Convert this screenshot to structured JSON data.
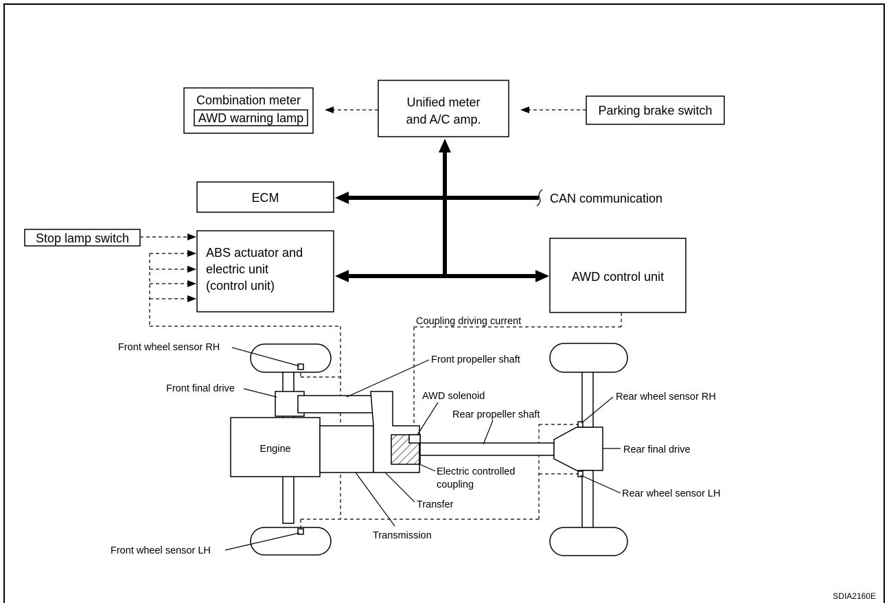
{
  "blocks": {
    "combination_meter": "Combination meter",
    "awd_warning_lamp": "AWD warning lamp",
    "unified_meter_line1": "Unified meter",
    "unified_meter_line2": "and A/C amp.",
    "parking_brake_switch": "Parking brake switch",
    "ecm": "ECM",
    "can_communication": "CAN communication",
    "stop_lamp_switch": "Stop lamp switch",
    "abs_line1": "ABS actuator and",
    "abs_line2": "electric unit",
    "abs_line3": "(control unit)",
    "awd_control_unit": "AWD control unit"
  },
  "drivetrain": {
    "coupling_driving_current": "Coupling driving current",
    "front_wheel_sensor_rh": "Front wheel sensor RH",
    "front_propeller_shaft": "Front propeller shaft",
    "front_final_drive": "Front final drive",
    "awd_solenoid": "AWD solenoid",
    "rear_wheel_sensor_rh": "Rear wheel sensor RH",
    "rear_propeller_shaft": "Rear propeller shaft",
    "engine": "Engine",
    "rear_final_drive": "Rear final drive",
    "electric_coupling_line1": "Electric controlled",
    "electric_coupling_line2": "coupling",
    "rear_wheel_sensor_lh": "Rear wheel sensor LH",
    "transfer": "Transfer",
    "transmission": "Transmission",
    "front_wheel_sensor_lh": "Front wheel sensor LH"
  },
  "figure_code": "SDIA2160E"
}
